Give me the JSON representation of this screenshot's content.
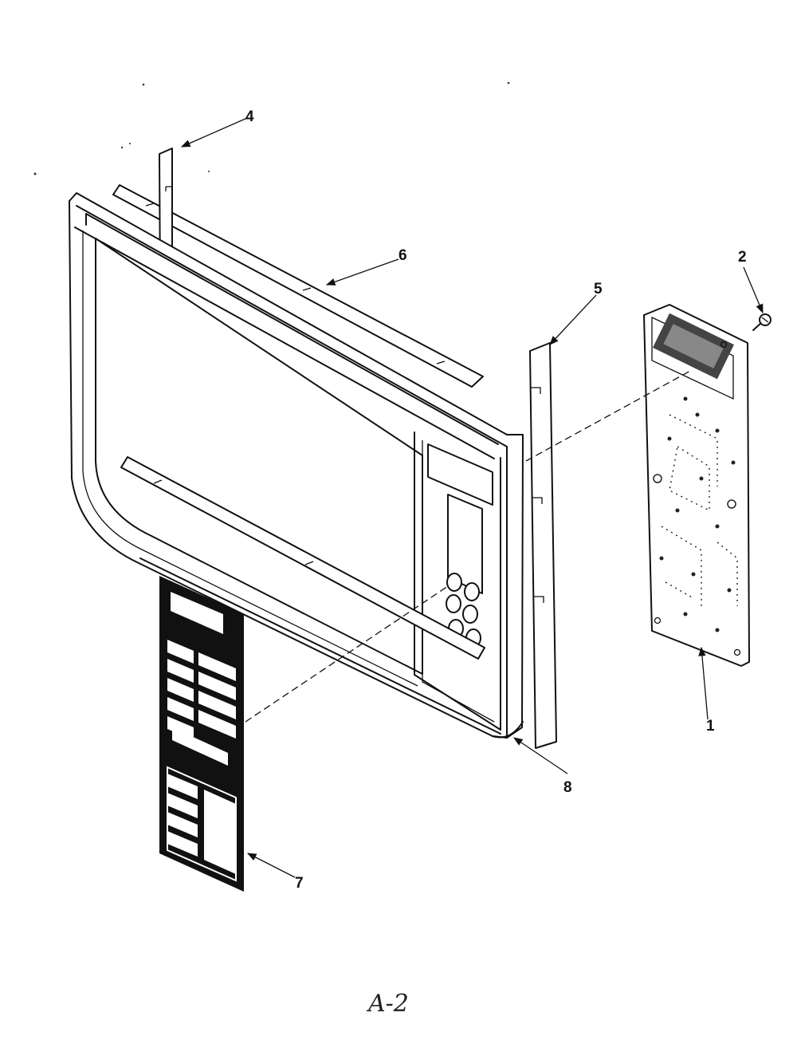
{
  "callouts": [
    {
      "id": "part-1",
      "label": "1"
    },
    {
      "id": "part-2",
      "label": "2"
    },
    {
      "id": "part-4",
      "label": "4"
    },
    {
      "id": "part-5",
      "label": "5"
    },
    {
      "id": "part-6",
      "label": "6"
    },
    {
      "id": "part-7",
      "label": "7"
    },
    {
      "id": "part-8",
      "label": "8"
    }
  ],
  "page_label": "A-2",
  "colors": {
    "ink": "#111111",
    "paper": "#ffffff",
    "overlay_panel": "#111111"
  }
}
